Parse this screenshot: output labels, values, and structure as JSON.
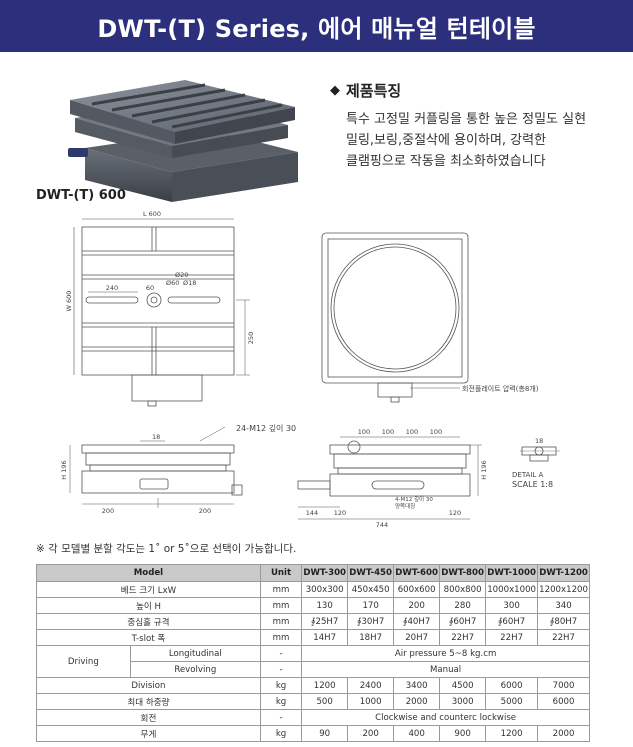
{
  "header": {
    "title": "DWT-(T) Series, 에어 매뉴얼 턴테이블"
  },
  "features": {
    "heading": "제품특징",
    "lines": [
      "특수 고정밀 커플링을 통한 높은 정밀도 실현",
      "밀링,보링,중절삭에 용이하며, 강력한",
      "클램핑으로 작동을 최소화하였습니다"
    ]
  },
  "model_title": "DWT-(T) 600",
  "drawing": {
    "top_view": {
      "length": "L 600",
      "width": "W 600",
      "dim_240": "240",
      "dim_60": "60",
      "dim_250": "250",
      "center_labels": [
        "Ø20",
        "Ø60",
        "Ø18"
      ]
    },
    "round_view": {
      "callout": "회전플레이트 압력(총8개)"
    },
    "front_view": {
      "callout": "24-M12 깊이 30",
      "dim_18": "18",
      "height": "H 196",
      "dim_200a": "200",
      "dim_200b": "200"
    },
    "side_view": {
      "dims_100": [
        "100",
        "100",
        "100",
        "100"
      ],
      "height": "H 196",
      "dim_144": "144",
      "dim_120a": "120",
      "dim_120b": "120",
      "dim_744": "744",
      "slot_callout_1": "4-M12 깊이 30",
      "slot_callout_2": "양쪽대칭"
    },
    "detail": {
      "dim_18": "18",
      "label_1": "DETAIL A",
      "label_2": "SCALE 1:8"
    }
  },
  "note": "※ 각 모델별 분할 각도는 1˚ or 5˚으로 선택이 가능합니다.",
  "table": {
    "headers": [
      "Model",
      "Unit",
      "DWT-300",
      "DWT-450",
      "DWT-600",
      "DWT-800",
      "DWT-1000",
      "DWT-1200"
    ],
    "rows": [
      {
        "label": "베드 크기 LxW",
        "unit": "mm",
        "values": [
          "300x300",
          "450x450",
          "600x600",
          "800x800",
          "1000x1000",
          "1200x1200"
        ]
      },
      {
        "label": "높이 H",
        "unit": "mm",
        "values": [
          "130",
          "170",
          "200",
          "280",
          "300",
          "340"
        ]
      },
      {
        "label": "중심홀 규격",
        "unit": "mm",
        "values": [
          "∮25H7",
          "∮30H7",
          "∮40H7",
          "∮60H7",
          "∮60H7",
          "∮80H7"
        ]
      },
      {
        "label": "T-slot 폭",
        "unit": "mm",
        "values": [
          "14H7",
          "18H7",
          "20H7",
          "22H7",
          "22H7",
          "22H7"
        ]
      }
    ],
    "driving": {
      "label": "Driving",
      "longitudinal": {
        "label": "Longitudinal",
        "unit": "-",
        "value": "Air pressure 5~8 kg.cm"
      },
      "revolving": {
        "label": "Revolving",
        "unit": "-",
        "value": "Manual"
      }
    },
    "division": {
      "label": "Division",
      "unit": "kg",
      "values": [
        "1200",
        "2400",
        "3400",
        "4500",
        "6000",
        "7000"
      ]
    },
    "max_load": {
      "label": "최대 하중량",
      "unit": "kg",
      "values": [
        "500",
        "1000",
        "2000",
        "3000",
        "5000",
        "6000"
      ]
    },
    "rotation": {
      "label": "회전",
      "unit": "-",
      "value": "Clockwise and counterc lockwise"
    },
    "weight": {
      "label": "무게",
      "unit": "kg",
      "values": [
        "90",
        "200",
        "400",
        "900",
        "1200",
        "2000"
      ]
    }
  }
}
